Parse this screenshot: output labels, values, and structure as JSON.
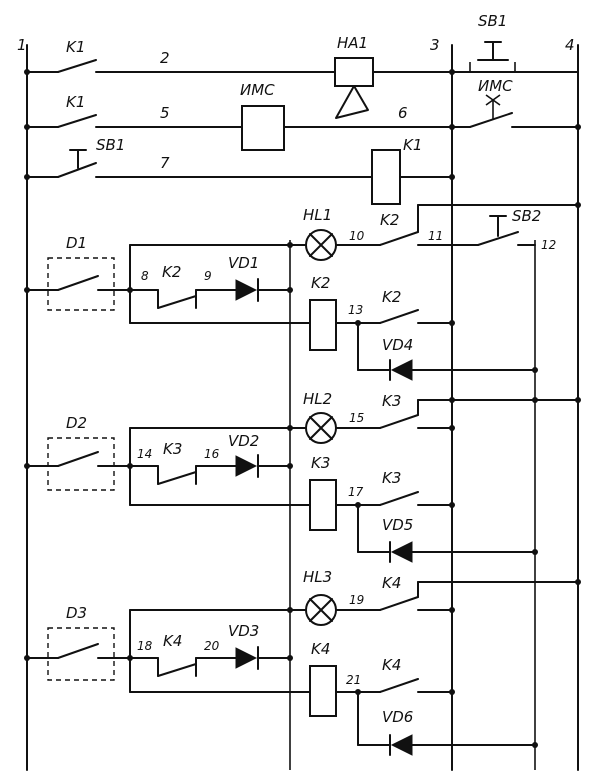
{
  "rails": {
    "r1": "1",
    "r3": "3",
    "r4": "4"
  },
  "nodes": {
    "n2": "2",
    "n5": "5",
    "n6": "6",
    "n7": "7",
    "n8": "8",
    "n9": "9",
    "n10": "10",
    "n11": "11",
    "n12": "12",
    "n13": "13",
    "n14": "14",
    "n15": "15",
    "n16": "16",
    "n17": "17",
    "n18": "18",
    "n19": "19",
    "n20": "20",
    "n21": "21"
  },
  "components": {
    "k1_a": "K1",
    "k1_b": "K1",
    "k1_coil": "K1",
    "ha1": "HA1",
    "ims_coil": "ИМС",
    "ims_contact": "ИМС",
    "sb1_top": "SB1",
    "sb1_left": "SB1",
    "sb2": "SB2",
    "d1": "D1",
    "d2": "D2",
    "d3": "D3",
    "hl1": "HL1",
    "hl2": "HL2",
    "hl3": "HL3",
    "k2_c1": "K2",
    "k2_c2": "K2",
    "k2_coil": "K2",
    "k2_c3": "K2",
    "k3_c1": "K3",
    "k3_coil": "K3",
    "k3_c2": "K3",
    "k3_c3": "K3",
    "k4_c1": "K4",
    "k4_coil": "K4",
    "k4_c2": "K4",
    "k4_c3": "K4",
    "vd1": "VD1",
    "vd2": "VD2",
    "vd3": "VD3",
    "vd4": "VD4",
    "vd5": "VD5",
    "vd6": "VD6"
  }
}
